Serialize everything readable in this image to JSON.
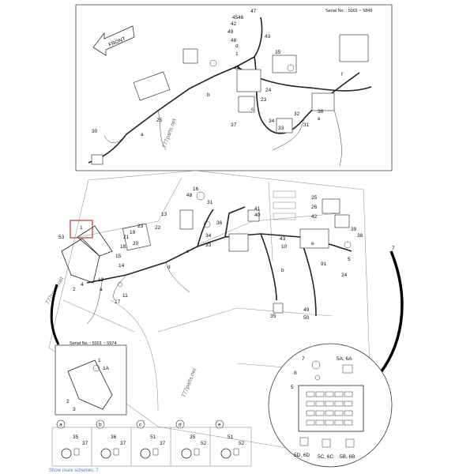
{
  "top_panel": {
    "serial": "Serial No. : 5001 ~ 5849",
    "front_label": "FRONT",
    "watermark": "777parts.net",
    "labels": [
      "45",
      "46",
      "47",
      "43",
      "49",
      "48",
      "42",
      "1",
      "44",
      "35",
      "24",
      "23",
      "38",
      "37",
      "31",
      "32",
      "33",
      "34",
      "25",
      "30",
      "a",
      "b",
      "c",
      "d",
      "e",
      "f"
    ]
  },
  "main": {
    "watermark": "777parts.net",
    "watermark_side": "777parts.net",
    "labels": [
      "16",
      "48",
      "13",
      "31",
      "41",
      "40",
      "19",
      "20",
      "22",
      "21",
      "23",
      "18",
      "15",
      "14",
      "34",
      "33",
      "36",
      "53",
      "1",
      "17",
      "12",
      "2",
      "4",
      "11",
      "43",
      "10",
      "39",
      "38",
      "25",
      "26",
      "42",
      "35",
      "91",
      "24",
      "49",
      "50",
      "5",
      "c",
      "d",
      "a",
      "b",
      "e"
    ]
  },
  "inset_left": {
    "serial": "Serial No. : 5001 ~ 5974",
    "labels": [
      "1",
      "1A",
      "2",
      "3"
    ]
  },
  "fuse_box": {
    "labels": [
      "7",
      "8",
      "5",
      "5A, 6A",
      "5D, 6D",
      "5C, 6C",
      "5B, 6B"
    ]
  },
  "details": [
    {
      "letter": "a",
      "parts": [
        "35",
        "37"
      ]
    },
    {
      "letter": "b",
      "parts": [
        "36",
        "37"
      ]
    },
    {
      "letter": "c",
      "parts": [
        "51",
        "37"
      ]
    },
    {
      "letter": "d",
      "parts": [
        "35",
        "52"
      ]
    },
    {
      "letter": "e",
      "parts": [
        "51",
        "52"
      ]
    }
  ],
  "footer_link": "Show more schemes: 7"
}
